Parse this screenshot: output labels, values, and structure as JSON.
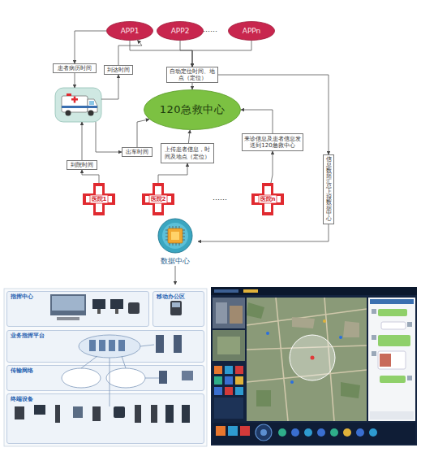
{
  "diagram": {
    "nodes": [
      {
        "text": [
          "APP1"
        ]
      },
      {
        "text": [
          "APP2"
        ]
      },
      {
        "text": [
          "APPn"
        ]
      },
      {
        "text": [
          "患者病历时间"
        ]
      },
      {
        "text": [
          "到达时间"
        ]
      },
      {
        "text": [
          "自动定位时间、地点（定位）"
        ]
      },
      {
        "text": [
          "120急救中心"
        ]
      },
      {
        "text": [
          "出车时间"
        ]
      },
      {
        "text": [
          "上传患者信息，时间及地点（定位）"
        ]
      },
      {
        "text": [
          "来诊信息及患者信息发送到120急救中心"
        ]
      },
      {
        "text": [
          "到院时间"
        ]
      },
      {
        "text": [
          "信息数据汇总上报数据中心"
        ]
      },
      {
        "text": [
          "医院1"
        ]
      },
      {
        "text": [
          "医院2"
        ]
      },
      {
        "text": [
          "医院n"
        ]
      },
      {
        "text": [
          "数据中心"
        ]
      },
      {
        "text": [
          "指挥中心"
        ]
      },
      {
        "text": [
          "移动办公区"
        ]
      },
      {
        "text": [
          "业务指挥平台"
        ]
      },
      {
        "text": [
          "传输网络"
        ]
      },
      {
        "text": [
          "终端设备"
        ]
      }
    ],
    "edges": [
      {
        "from": 0,
        "to": 5,
        "arrow": "to"
      },
      {
        "from": 1,
        "to": 5,
        "arrow": "to"
      },
      {
        "from": 2,
        "to": 5,
        "arrow": "to"
      },
      {
        "from": 5,
        "to": 6,
        "arrow": "to"
      },
      {
        "from": 4,
        "to": 0,
        "arrow": "to"
      },
      {
        "from": 0,
        "to": 3,
        "arrow": "to"
      },
      {
        "from": 7,
        "to": 6,
        "arrow": "to"
      },
      {
        "from": 8,
        "to": 6,
        "arrow": "to"
      },
      {
        "from": 9,
        "to": 6,
        "arrow": "to"
      },
      {
        "from": 12,
        "to": 10,
        "arrow": "to"
      },
      {
        "from": 13,
        "to": 8,
        "arrow": "to"
      },
      {
        "from": 14,
        "to": 9,
        "arrow": "to"
      },
      {
        "from": 5,
        "to": 11,
        "arrow": "to"
      },
      {
        "from": 11,
        "to": 15,
        "arrow": "to"
      }
    ],
    "labels": [
      "……",
      "……"
    ]
  }
}
